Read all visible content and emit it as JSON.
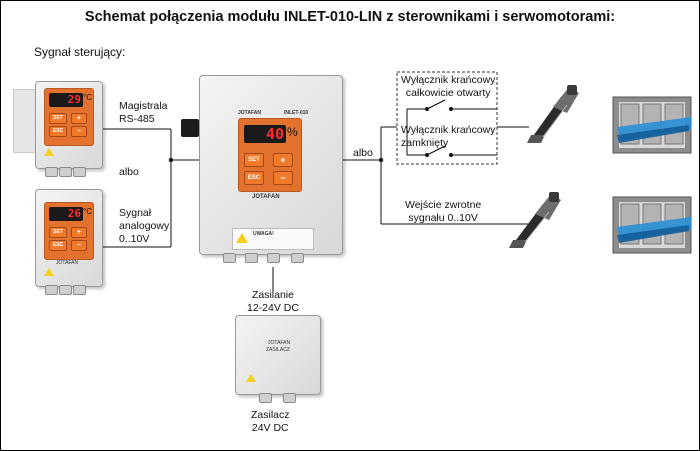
{
  "title": "Schemat połączenia modułu INLET-010-LIN z sterownikami i serwomotorami:",
  "labels": {
    "control_signal": "Sygnał sterujący:",
    "bus": "Magistrala\nRS-485",
    "or_left": "albo",
    "analog": "Sygnał\nanalogowy\n0..10V",
    "or_right": "albo",
    "limit_open": "Wyłącznik krańcowy\ncałkowicie otwarty",
    "limit_closed": "Wyłącznik krańcowy\nzamknięty",
    "feedback": "Wejście zwrotne\nsygnału 0..10V",
    "power_in": "Zasilanie\n12-24V DC",
    "psu": "Zasilacz\n24V DC"
  },
  "devices": {
    "main_module": {
      "brand": "JOTAFAN",
      "model": "INLET-010",
      "display_value": "40",
      "display_unit": "%",
      "btn_set": "SET",
      "btn_esc": "ESC",
      "btn_plus": "+",
      "btn_minus": "−",
      "warning_title": "UWAGA!"
    },
    "controller_top": {
      "display_value": "29",
      "display_unit": "°C",
      "btn_set": "SET",
      "btn_esc": "ESC"
    },
    "controller_bottom": {
      "display_value": "26",
      "display_unit": "°C",
      "btn_set": "SET",
      "btn_esc": "ESC",
      "brand": "JOTAFAN"
    },
    "power_supply": {
      "brand": "JOTAFAN",
      "model": "ZASILACZ"
    }
  },
  "colors": {
    "panel_orange": "#e2722d",
    "display_red": "#ff2a2a",
    "inlet_blue": "#2a8fd6",
    "wire": "#111111"
  }
}
